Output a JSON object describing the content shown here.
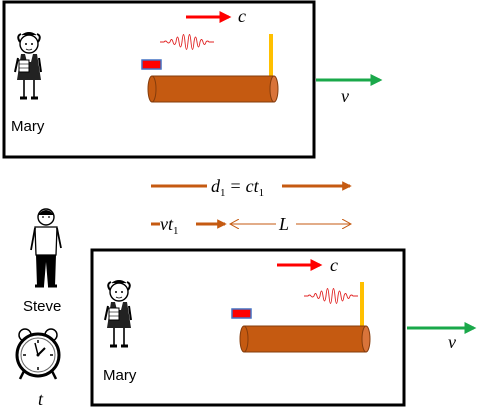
{
  "top_frame": {
    "person_label": "Mary",
    "light_speed_label": "c",
    "velocity_label": "v"
  },
  "equations": {
    "distance_lhs_var": "d",
    "distance_lhs_sub": "1",
    "distance_eq": "=",
    "distance_rhs_var": "ct",
    "distance_rhs_sub": "1",
    "travel_var": "vt",
    "travel_sub": "1",
    "length_label": "L"
  },
  "observer": {
    "person_label": "Steve",
    "clock_label": "t"
  },
  "bottom_frame": {
    "person_label": "Mary",
    "light_speed_label": "c",
    "velocity_label": "v"
  },
  "colors": {
    "frame": "#000000",
    "light_arrow": "#ff0000",
    "velocity_arrow": "#1aa84a",
    "rod": "#c55a11",
    "rod_outline": "#843c0c",
    "mirror": "#ffc000",
    "source": "#ff0000",
    "source_outline": "#4472c4",
    "wave": "#e02020",
    "distance_arrow": "#c55a11",
    "figure_outline": "#000000"
  }
}
